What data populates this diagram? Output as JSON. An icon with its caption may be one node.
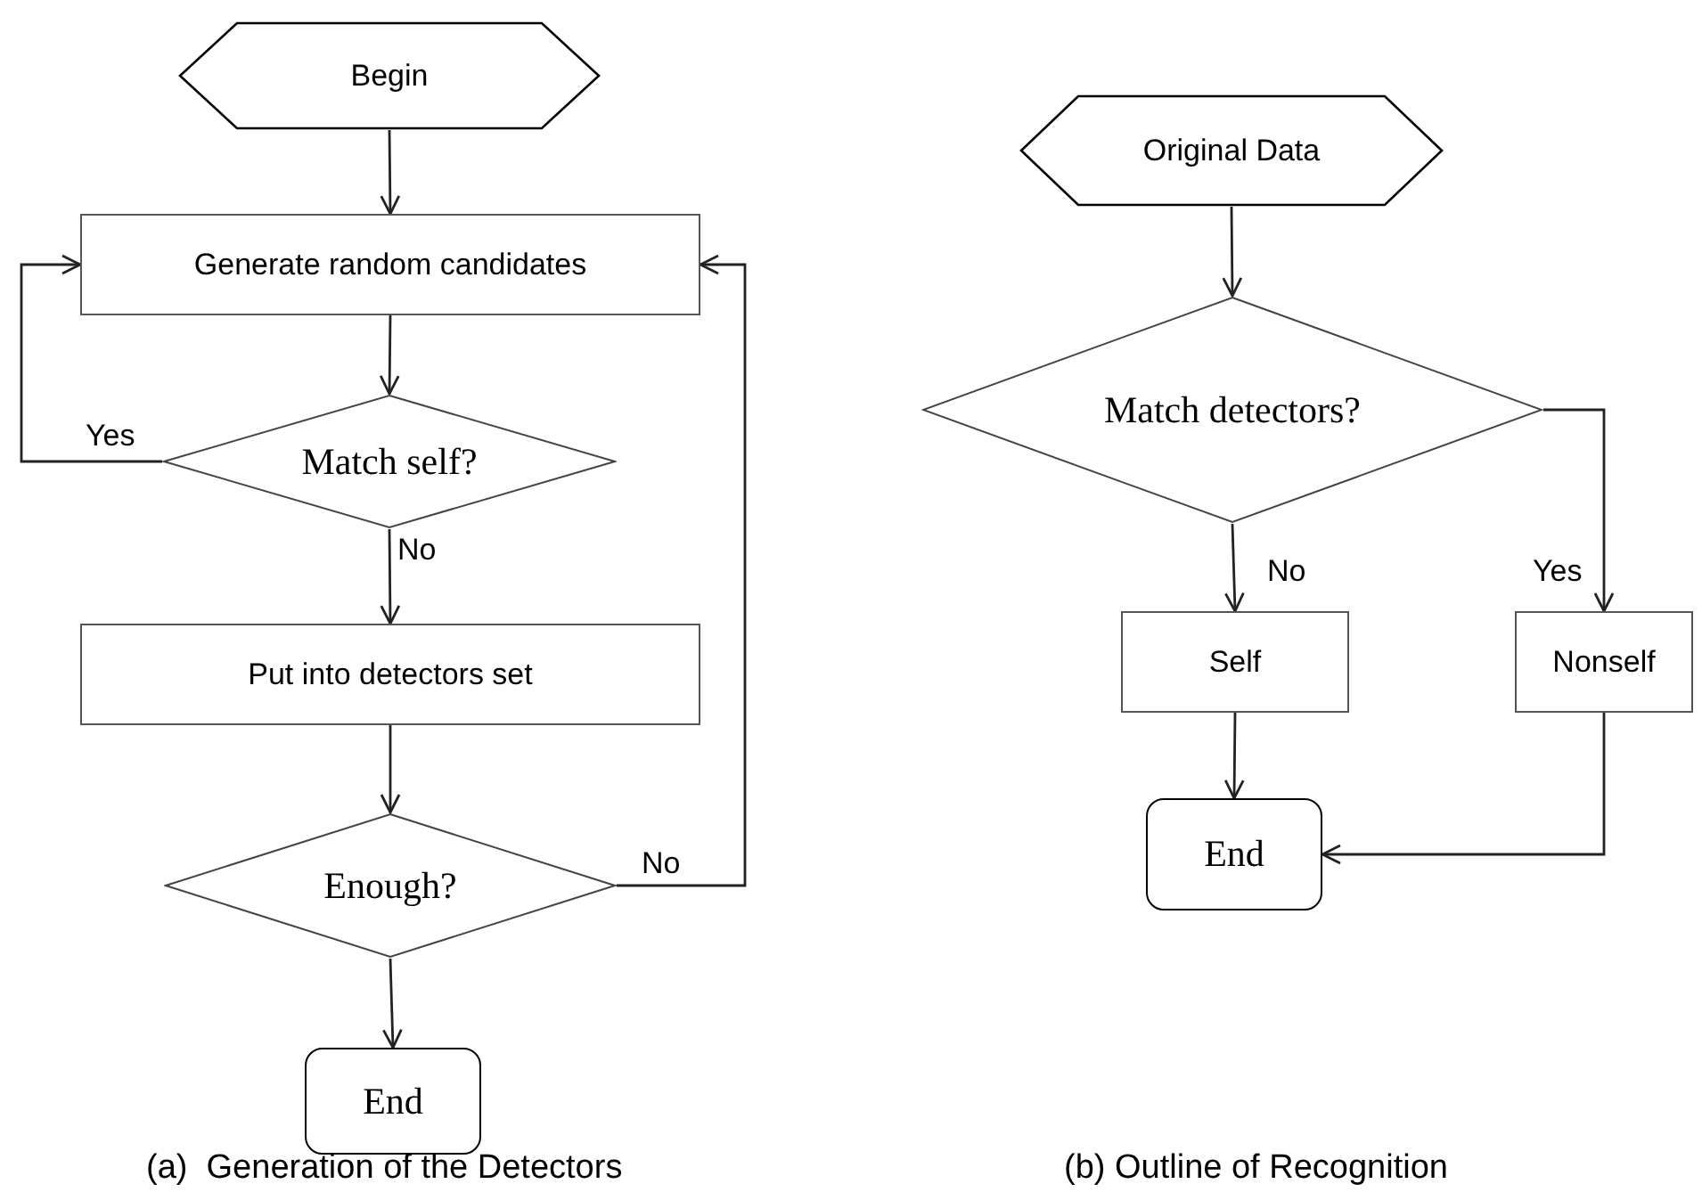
{
  "diagram": {
    "nodes": [
      {
        "text": [
          "Begin"
        ]
      },
      {
        "text": [
          "Generate random candidates"
        ]
      },
      {
        "text": [
          "Match self?"
        ]
      },
      {
        "text": [
          "Put into detectors set"
        ]
      },
      {
        "text": [
          "Enough?"
        ]
      },
      {
        "text": [
          "End"
        ]
      },
      {
        "text": [
          "Original Data"
        ]
      },
      {
        "text": [
          "Match detectors?"
        ]
      },
      {
        "text": [
          "Self"
        ]
      },
      {
        "text": [
          "Nonself"
        ]
      },
      {
        "text": [
          "End"
        ]
      }
    ],
    "edges": [
      {
        "from": 0,
        "to": 1,
        "arrow": "to"
      },
      {
        "from": 1,
        "to": 2,
        "arrow": "to"
      },
      {
        "from": 2,
        "to": 1,
        "arrow": "to",
        "label": "Yes"
      },
      {
        "from": 2,
        "to": 3,
        "arrow": "to",
        "label": "No"
      },
      {
        "from": 3,
        "to": 4,
        "arrow": "to"
      },
      {
        "from": 4,
        "to": 1,
        "arrow": "to",
        "label": "No"
      },
      {
        "from": 4,
        "to": 5,
        "arrow": "to"
      },
      {
        "from": 6,
        "to": 7,
        "arrow": "to"
      },
      {
        "from": 7,
        "to": 8,
        "arrow": "to",
        "label": "No"
      },
      {
        "from": 7,
        "to": 9,
        "arrow": "to",
        "label": "Yes"
      },
      {
        "from": 8,
        "to": 10,
        "arrow": "to"
      },
      {
        "from": 9,
        "to": 10,
        "arrow": "to"
      }
    ],
    "labels": [
      "(a)  Generation of the Detectors",
      "(b) Outline of Recognition"
    ]
  }
}
